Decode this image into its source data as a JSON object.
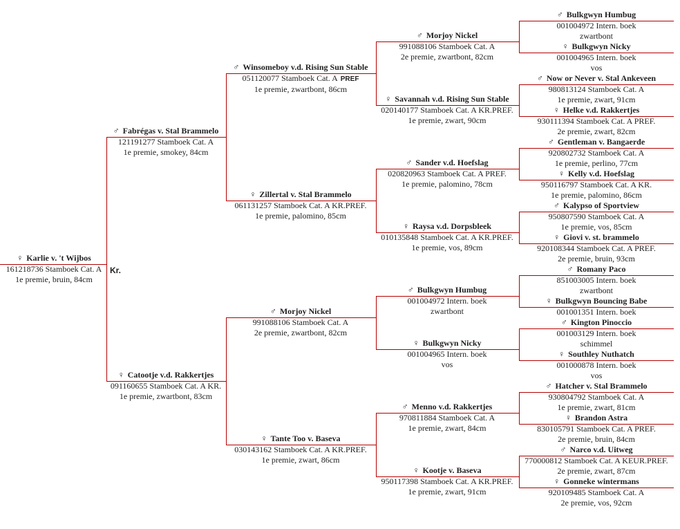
{
  "symbols": {
    "male": "♂",
    "female": "♀"
  },
  "line_color": "#b30000",
  "root": {
    "gender": "female",
    "name": "Karlie v. 't Wijbos",
    "lines": [
      "161218736 Stamboek Cat. A",
      "1e premie, bruin, 84cm"
    ],
    "badge": "Kr."
  },
  "sire": {
    "gender": "male",
    "name": "Fabrégas v. Stal Brammelo",
    "lines": [
      "121191277 Stamboek Cat. A",
      "1e premie, smokey, 84cm"
    ],
    "sire": {
      "gender": "male",
      "name": "Winsomeboy v.d. Rising Sun Stable",
      "lines": [
        "051120077 Stamboek Cat. A",
        "1e premie, zwartbont, 86cm"
      ],
      "badge": "PREF",
      "sire": {
        "gender": "male",
        "name": "Morjoy Nickel",
        "lines": [
          "991088106 Stamboek Cat. A",
          "2e premie, zwartbont, 82cm"
        ],
        "sire": {
          "gender": "male",
          "name": "Bulkgwyn Humbug",
          "lines": [
            "001004972 Intern. boek",
            "zwartbont"
          ]
        },
        "dam": {
          "gender": "female",
          "name": "Bulkgwyn Nicky",
          "lines": [
            "001004965 Intern. boek",
            "vos"
          ]
        }
      },
      "dam": {
        "gender": "female",
        "name": "Savannah v.d. Rising Sun Stable",
        "lines": [
          "020140177 Stamboek Cat. A KR.PREF.",
          "1e premie, zwart, 90cm"
        ],
        "sire": {
          "gender": "male",
          "name": "Now or Never v. Stal Ankeveen",
          "lines": [
            "980813124 Stamboek Cat. A",
            "1e premie, zwart, 91cm"
          ]
        },
        "dam": {
          "gender": "female",
          "name": "Helke v.d. Rakkertjes",
          "lines": [
            "930111394 Stamboek Cat. A PREF.",
            "2e premie, zwart, 82cm"
          ]
        }
      }
    },
    "dam": {
      "gender": "female",
      "name": "Zillertal v. Stal Brammelo",
      "lines": [
        "061131257 Stamboek Cat. A KR.PREF.",
        "1e premie, palomino, 85cm"
      ],
      "sire": {
        "gender": "male",
        "name": "Sander v.d. Hoefslag",
        "lines": [
          "020820963 Stamboek Cat. A PREF.",
          "1e premie, palomino, 78cm"
        ],
        "sire": {
          "gender": "male",
          "name": "Gentleman v. Bangaerde",
          "lines": [
            "920802732 Stamboek Cat. A",
            "1e premie, perlino, 77cm"
          ]
        },
        "dam": {
          "gender": "female",
          "name": "Kelly v.d. Hoefslag",
          "lines": [
            "950116797 Stamboek Cat. A KR.",
            "1e premie, palomino, 86cm"
          ]
        }
      },
      "dam": {
        "gender": "female",
        "name": "Raysa v.d. Dorpsbleek",
        "lines": [
          "010135848 Stamboek Cat. A KR.PREF.",
          "1e premie, vos, 89cm"
        ],
        "sire": {
          "gender": "male",
          "name": "Kalypso of Sportview",
          "lines": [
            "950807590 Stamboek Cat. A",
            "1e premie, vos, 85cm"
          ]
        },
        "dam": {
          "gender": "female",
          "name": "Giovi v. st. brammelo",
          "lines": [
            "920108344 Stamboek Cat. A PREF.",
            "2e premie, bruin, 93cm"
          ]
        }
      }
    }
  },
  "dam": {
    "gender": "female",
    "name": "Catootje v.d. Rakkertjes",
    "lines": [
      "091160655 Stamboek Cat. A KR.",
      "1e premie, zwartbont, 83cm"
    ],
    "sire": {
      "gender": "male",
      "name": "Morjoy Nickel",
      "lines": [
        "991088106 Stamboek Cat. A",
        "2e premie, zwartbont, 82cm"
      ],
      "sire": {
        "gender": "male",
        "name": "Bulkgwyn Humbug",
        "lines": [
          "001004972 Intern. boek",
          "zwartbont"
        ],
        "sire": {
          "gender": "male",
          "name": "Romany Paco",
          "lines": [
            "851003005 Intern. boek",
            "zwartbont"
          ]
        },
        "dam": {
          "gender": "female",
          "name": "Bulkgwyn Bouncing Babe",
          "lines": [
            "001001351 Intern. boek"
          ]
        }
      },
      "dam": {
        "gender": "female",
        "name": "Bulkgwyn Nicky",
        "lines": [
          "001004965 Intern. boek",
          "vos"
        ],
        "sire": {
          "gender": "male",
          "name": "Kington Pinoccio",
          "lines": [
            "001003129 Intern. boek",
            "schimmel"
          ]
        },
        "dam": {
          "gender": "female",
          "name": "Southley Nuthatch",
          "lines": [
            "001000878 Intern. boek",
            "vos"
          ]
        }
      }
    },
    "dam": {
      "gender": "female",
      "name": "Tante Too v. Baseva",
      "lines": [
        "030143162 Stamboek Cat. A KR.PREF.",
        "1e premie, zwart, 86cm"
      ],
      "sire": {
        "gender": "male",
        "name": "Menno v.d. Rakkertjes",
        "lines": [
          "970811884 Stamboek Cat. A",
          "1e premie, zwart, 84cm"
        ],
        "sire": {
          "gender": "male",
          "name": "Hatcher v. Stal Brammelo",
          "lines": [
            "930804792 Stamboek Cat. A",
            "1e premie, zwart, 81cm"
          ]
        },
        "dam": {
          "gender": "female",
          "name": "Brandon Astra",
          "lines": [
            "830105791 Stamboek Cat. A PREF.",
            "2e premie, bruin, 84cm"
          ]
        }
      },
      "dam": {
        "gender": "female",
        "name": "Kootje v. Baseva",
        "lines": [
          "950117398 Stamboek Cat. A KR.PREF.",
          "1e premie, zwart, 91cm"
        ],
        "sire": {
          "gender": "male",
          "name": "Narco v.d. Uitweg",
          "lines": [
            "770000812 Stamboek Cat. A KEUR.PREF.",
            "2e premie, zwart, 87cm"
          ]
        },
        "dam": {
          "gender": "female",
          "name": "Gonneke wintermans",
          "lines": [
            "920109485 Stamboek Cat. A",
            "2e premie, vos, 92cm"
          ]
        }
      }
    }
  }
}
